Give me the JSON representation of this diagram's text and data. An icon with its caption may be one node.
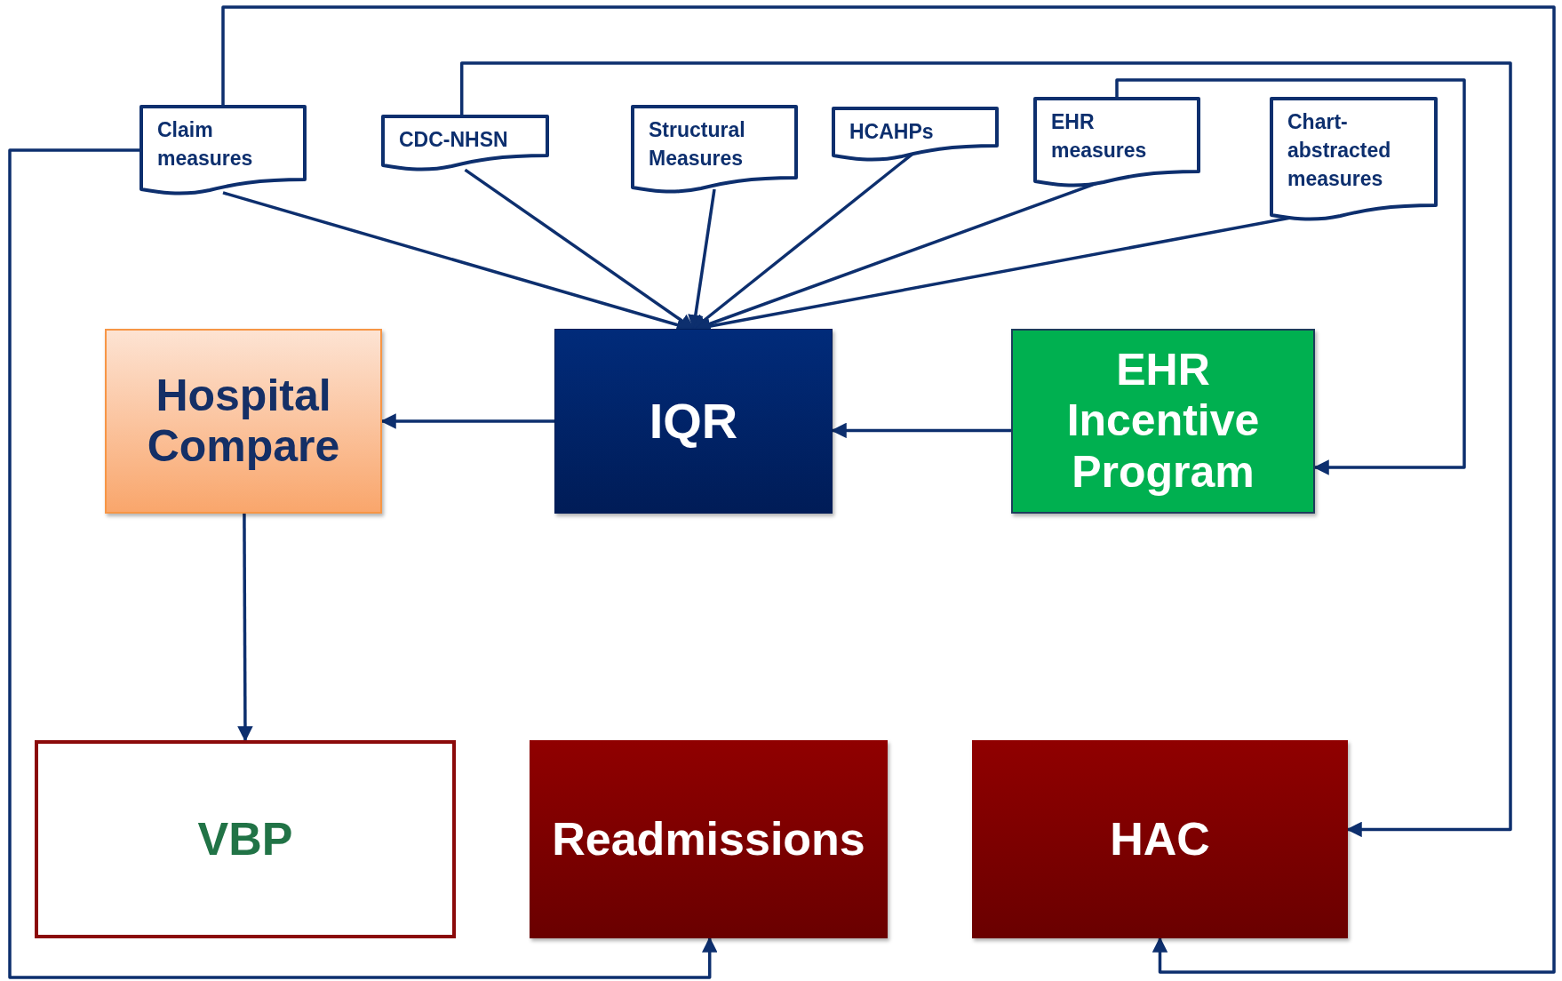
{
  "diagram": {
    "nodes": [
      {
        "text": [
          "Claim measures"
        ]
      },
      {
        "text": [
          "CDC-NHSN"
        ]
      },
      {
        "text": [
          "Structural Measures"
        ]
      },
      {
        "text": [
          "HCAHPs"
        ]
      },
      {
        "text": [
          "EHR measures"
        ]
      },
      {
        "text": [
          "Chart-abstracted measures"
        ]
      },
      {
        "text": [
          "Hospital Compare"
        ]
      },
      {
        "text": [
          "IQR"
        ]
      },
      {
        "text": [
          "EHR Incentive Program"
        ]
      },
      {
        "text": [
          "VBP"
        ]
      },
      {
        "text": [
          "Readmissions"
        ]
      },
      {
        "text": [
          "HAC"
        ]
      }
    ],
    "edges": [
      {
        "from": 0,
        "to": 7,
        "arrow": "to"
      },
      {
        "from": 1,
        "to": 7,
        "arrow": "to"
      },
      {
        "from": 2,
        "to": 7,
        "arrow": "to"
      },
      {
        "from": 3,
        "to": 7,
        "arrow": "to"
      },
      {
        "from": 4,
        "to": 7,
        "arrow": "to"
      },
      {
        "from": 5,
        "to": 7,
        "arrow": "to"
      },
      {
        "from": 7,
        "to": 6,
        "arrow": "to"
      },
      {
        "from": 8,
        "to": 7,
        "arrow": "to"
      },
      {
        "from": 6,
        "to": 9,
        "arrow": "to"
      },
      {
        "from": 4,
        "to": 8,
        "arrow": "to"
      },
      {
        "from": 1,
        "to": 11,
        "arrow": "to"
      },
      {
        "from": 0,
        "to": 10,
        "arrow": "to"
      },
      {
        "from": 0,
        "to": 11,
        "arrow": "to"
      }
    ]
  }
}
